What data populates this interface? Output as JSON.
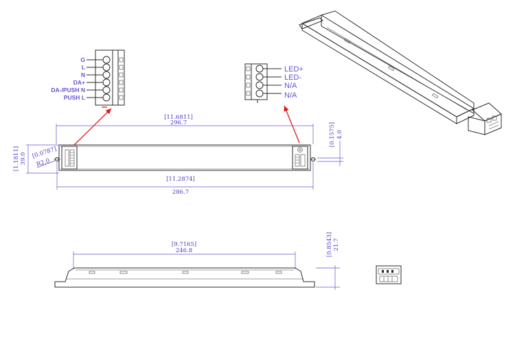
{
  "top_view": {
    "overall_length_in": "[11.6811]",
    "overall_length_mm": "296.7",
    "mount_pitch_in": "[11.2874]",
    "mount_pitch_mm": "286.7",
    "width_in": "[1.1811]",
    "width_mm": "39.0",
    "hole_dia_in": "[0.0787]",
    "hole_dia_mm": "R2.0",
    "edge_in": "[0.1575]",
    "edge_mm": "4.0"
  },
  "side_view": {
    "length_in": "[9.7165]",
    "length_mm": "246.8",
    "height_in": "[0.8543]",
    "height_mm": "21.7"
  },
  "input_terminal": {
    "pins": [
      "G",
      "L",
      "N",
      "DA+",
      "DA-/PUSH N",
      "PUSH L"
    ]
  },
  "output_terminal": {
    "pins": [
      "LED+",
      "LED-",
      "N/A",
      "N/A"
    ]
  }
}
